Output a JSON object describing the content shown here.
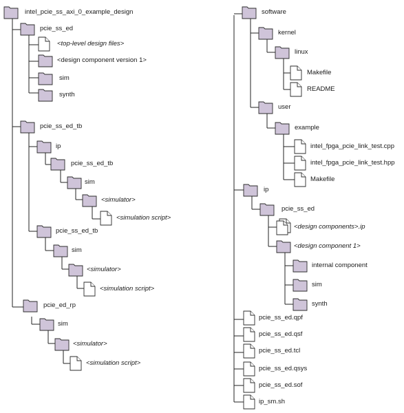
{
  "colors": {
    "folder_fill": "#cfc4d9",
    "outline": "#2b2b2b",
    "line": "#222222"
  },
  "left": {
    "root": "intel_pcie_ss_axi_0_example_design",
    "pcie_ss_ed": "pcie_ss_ed",
    "top_level_files": "<top-level design files>",
    "design_component_v1": "<design component version 1>",
    "sim1": "sim",
    "synth1": "synth",
    "pcie_ss_ed_tb": "pcie_ss_ed_tb",
    "ip": "ip",
    "pcie_ss_ed_tb_inner": "pcie_ss_ed_tb",
    "sim2": "sim",
    "simulator1": "<simulator>",
    "sim_script1": "<simulation script>",
    "pcie_ss_ed_tb2": "pcie_ss_ed_tb",
    "sim3": "sim",
    "simulator2": "<simulator>",
    "sim_script2": "<simulation script>",
    "pcie_ed_rp": "pcie_ed_rp",
    "sim4": "sim",
    "simulator3": "<simulator>",
    "sim_script3": "<simulation script>"
  },
  "right": {
    "software": "software",
    "kernel": "kernel",
    "linux": "linux",
    "makefile1": "Makefile",
    "readme": "README",
    "user": "user",
    "example": "example",
    "cpp": "intel_fpga_pcie_link_test.cpp",
    "hpp": "intel_fpga_pcie_link_test.hpp",
    "makefile2": "Makefile",
    "ip": "ip",
    "ip_pcie_ss_ed": "pcie_ss_ed",
    "design_components_ip": "<design components>.ip",
    "design_component_1": "<design component 1>",
    "internal_component": "internal component",
    "sim5": "sim",
    "synth2": "synth",
    "qpf": "pcie_ss_ed.qpf",
    "qsf": "pcie_ss_ed.qsf",
    "tcl": "pcie_ss_ed.tcl",
    "qsys": "pcie_ss_ed.qsys",
    "sof": "pcie_ss_ed.sof",
    "ip_sm": "ip_sm.sh"
  },
  "icons": {
    "folder": "folder-icon",
    "file": "file-icon",
    "files_stack": "files-stack-icon"
  }
}
